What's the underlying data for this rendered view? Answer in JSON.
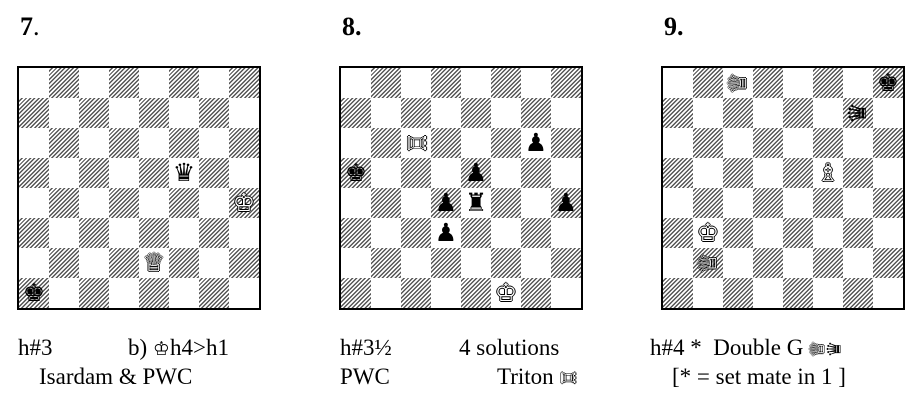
{
  "diagrams": [
    {
      "number": "7",
      "number_suffix": ".",
      "pieces": [
        {
          "square": "f5",
          "glyph": "♛",
          "color": "black",
          "kind": "queen"
        },
        {
          "square": "h4",
          "glyph": "♔",
          "color": "white",
          "kind": "king"
        },
        {
          "square": "e2",
          "glyph": "♕",
          "color": "white",
          "kind": "queen"
        },
        {
          "square": "a1",
          "glyph": "♚",
          "color": "black",
          "kind": "king"
        }
      ],
      "caption": {
        "line1_left": "h#3",
        "line1_right_prefix": "b) ",
        "line1_right_glyph": "♔",
        "line1_right_suffix": "h4>h1",
        "line2": "Isardam & PWC"
      }
    },
    {
      "number": "8",
      "number_suffix": ".",
      "pieces": [
        {
          "square": "c6",
          "glyph": "♖",
          "color": "white",
          "kind": "triton"
        },
        {
          "square": "g6",
          "glyph": "♟",
          "color": "black",
          "kind": "pawn"
        },
        {
          "square": "a5",
          "glyph": "♚",
          "color": "black",
          "kind": "king"
        },
        {
          "square": "e5",
          "glyph": "♟",
          "color": "black",
          "kind": "pawn"
        },
        {
          "square": "d4",
          "glyph": "♟",
          "color": "black",
          "kind": "pawn"
        },
        {
          "square": "e4",
          "glyph": "♜",
          "color": "black",
          "kind": "rook"
        },
        {
          "square": "h4",
          "glyph": "♟",
          "color": "black",
          "kind": "pawn"
        },
        {
          "square": "d3",
          "glyph": "♟",
          "color": "black",
          "kind": "pawn"
        },
        {
          "square": "f1",
          "glyph": "♔",
          "color": "white",
          "kind": "king"
        }
      ],
      "caption": {
        "line1_left": "h#3½",
        "line1_right": "4 solutions",
        "line2_left": "PWC",
        "line2_right_prefix": "Triton ",
        "line2_right_glyph": "♖"
      }
    },
    {
      "number": "9",
      "number_suffix": ".",
      "pieces": [
        {
          "square": "c8",
          "glyph": "♕",
          "color": "white",
          "kind": "double-g"
        },
        {
          "square": "h8",
          "glyph": "♚",
          "color": "black",
          "kind": "king"
        },
        {
          "square": "g7",
          "glyph": "♛",
          "color": "black",
          "kind": "double-g"
        },
        {
          "square": "f5",
          "glyph": "♗",
          "color": "white",
          "kind": "bishop"
        },
        {
          "square": "b3",
          "glyph": "♔",
          "color": "white",
          "kind": "king"
        },
        {
          "square": "b2",
          "glyph": "♕",
          "color": "white",
          "kind": "double-g"
        }
      ],
      "caption": {
        "line1_text": "h#4 *  Double G ",
        "line1_glyph_white": "♕",
        "line1_glyph_black": "♛",
        "line2": "[* = set mate in 1 ]"
      }
    }
  ]
}
